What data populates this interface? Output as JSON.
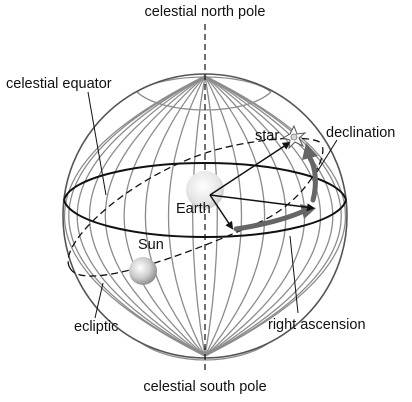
{
  "diagram": {
    "labels": {
      "north_pole": "celestial north pole",
      "south_pole": "celestial south pole",
      "celestial_equator": "celestial equator",
      "star": "star",
      "declination": "declination",
      "earth": "Earth",
      "sun": "Sun",
      "ecliptic": "ecliptic",
      "right_ascension": "right ascension"
    },
    "colors": {
      "meridian": "#8c8c8c",
      "outline": "#555555",
      "equator": "#111111",
      "arrow": "#666666",
      "axis": "#111111"
    }
  }
}
